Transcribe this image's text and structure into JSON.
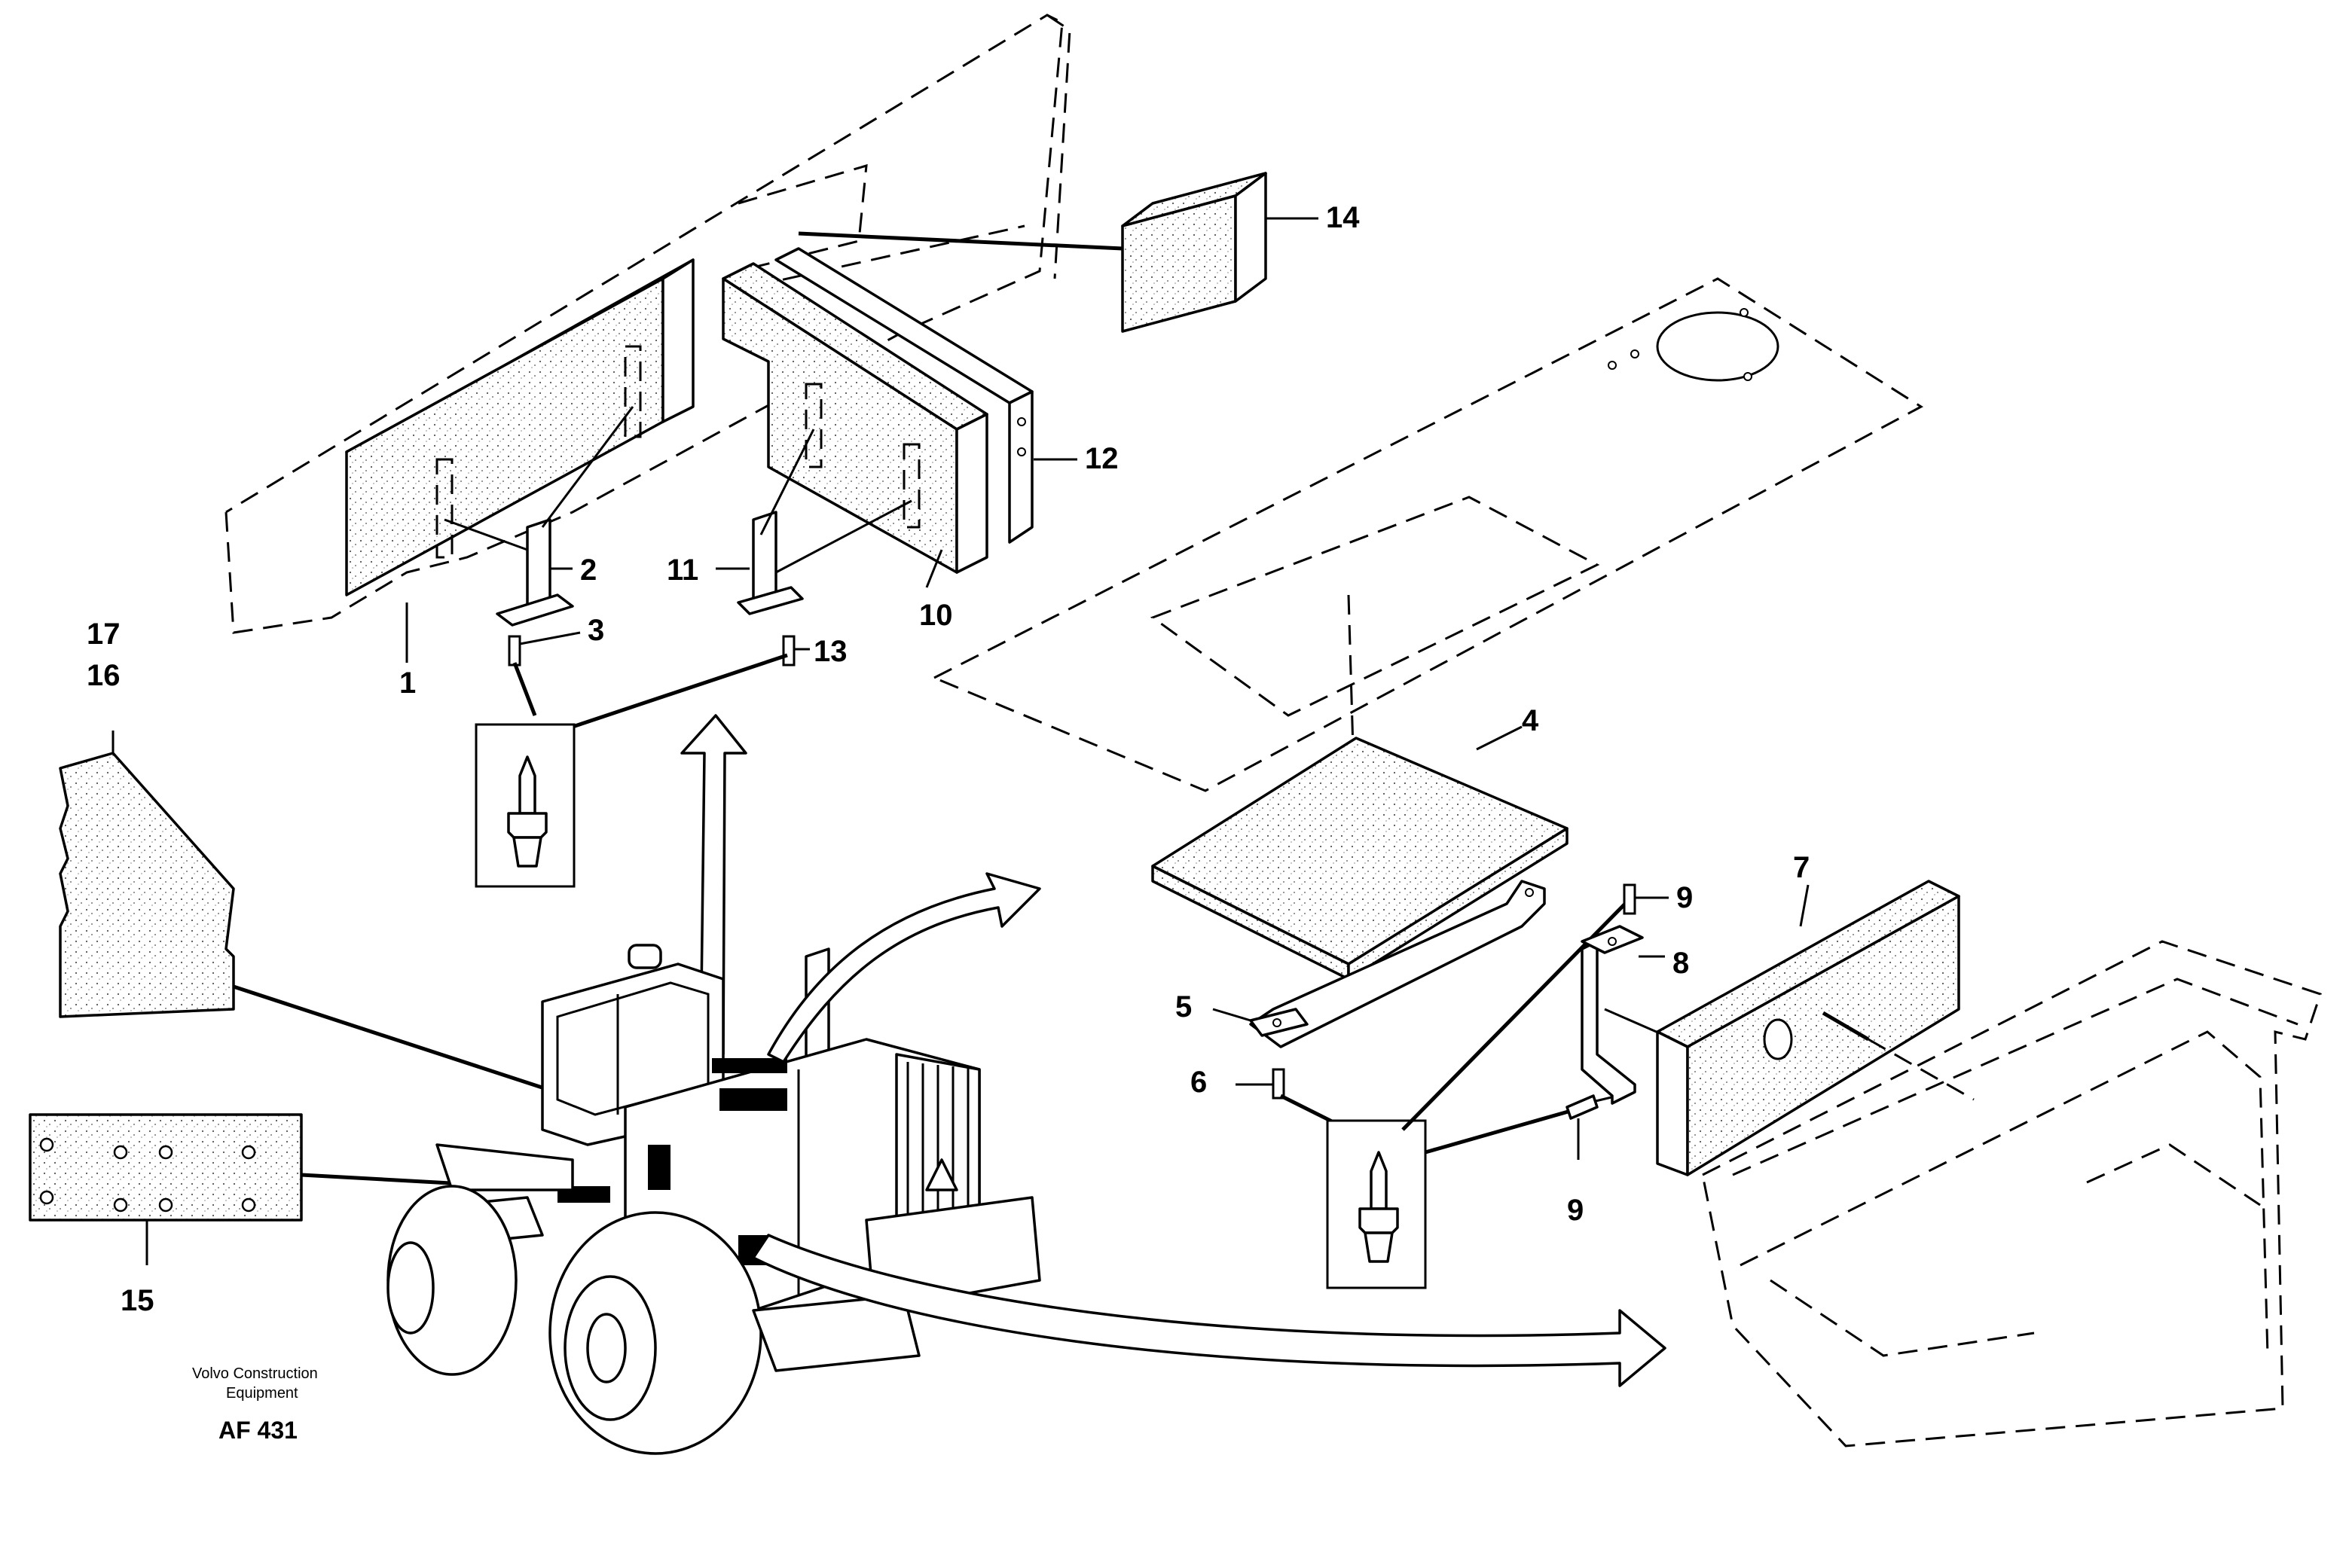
{
  "diagram": {
    "callouts": [
      {
        "id": "1",
        "text": "1"
      },
      {
        "id": "2",
        "text": "2"
      },
      {
        "id": "3",
        "text": "3"
      },
      {
        "id": "4",
        "text": "4"
      },
      {
        "id": "5",
        "text": "5"
      },
      {
        "id": "6",
        "text": "6"
      },
      {
        "id": "7",
        "text": "7"
      },
      {
        "id": "8",
        "text": "8"
      },
      {
        "id": "9a",
        "text": "9"
      },
      {
        "id": "9b",
        "text": "9"
      },
      {
        "id": "10",
        "text": "10"
      },
      {
        "id": "11",
        "text": "11"
      },
      {
        "id": "12",
        "text": "12"
      },
      {
        "id": "13",
        "text": "13"
      },
      {
        "id": "14",
        "text": "14"
      },
      {
        "id": "15",
        "text": "15"
      },
      {
        "id": "16",
        "text": "16"
      },
      {
        "id": "17",
        "text": "17"
      }
    ],
    "brand_line1": "Volvo Construction",
    "brand_line2": "Equipment",
    "figure_code": "AF 431"
  }
}
